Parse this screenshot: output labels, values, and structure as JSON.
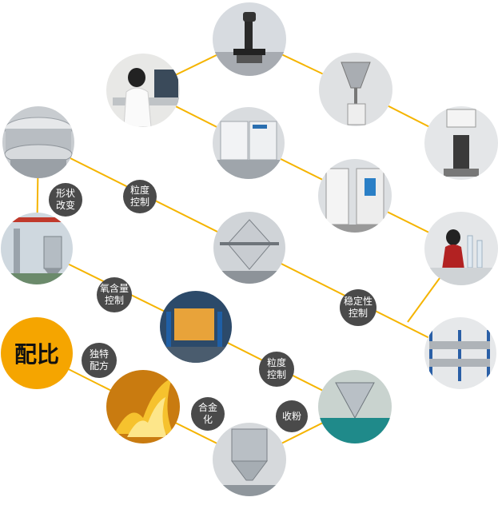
{
  "colors": {
    "connector": "#f5b400",
    "label_bg": "#4a4a4a",
    "highlight": "#f5a500"
  },
  "main": {
    "ratio": "配比"
  },
  "labels": {
    "shape_change": "形状\n改变",
    "granularity_top": "粒度\n控制",
    "oxygen_content": "氧含量\n控制",
    "stability": "稳定性\n控制",
    "unique_formula": "独特\n配方",
    "granularity_bottom": "粒度\n控制",
    "alloying": "合金\n化",
    "powder_collection": "收粉"
  },
  "photos": [
    "microscope",
    "lab-technician",
    "funnel-instrument",
    "sieve",
    "analyzer-equipment",
    "press-machine",
    "furnace",
    "spray-tower",
    "double-cone-mixer",
    "lab-worker-glassware",
    "smelting-furnace",
    "storage-racks",
    "flame",
    "cone-mixer",
    "atomization-tank"
  ]
}
